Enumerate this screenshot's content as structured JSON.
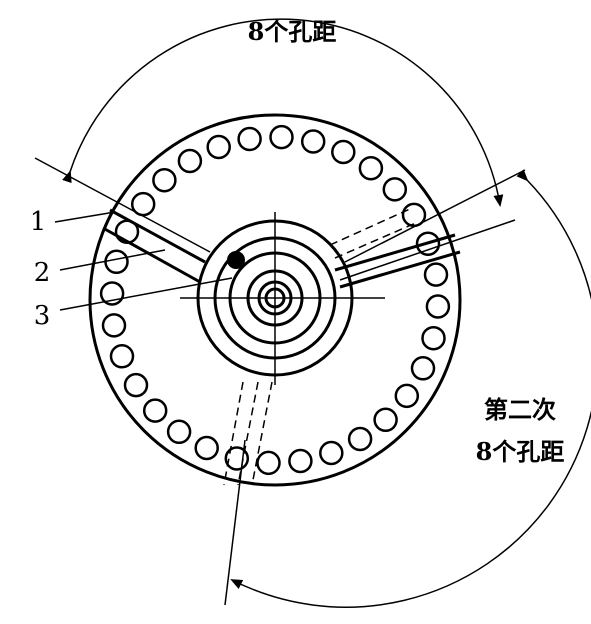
{
  "labels": {
    "top_arc": "8个孔距",
    "right_arc_line1": "第二次",
    "right_arc_line2": "8个孔距",
    "part_1": "1",
    "part_2": "2",
    "part_3": "3"
  },
  "plate": {
    "hole_count": 32
  },
  "colors": {
    "ink": "#000000",
    "paper": "#ffffff"
  }
}
